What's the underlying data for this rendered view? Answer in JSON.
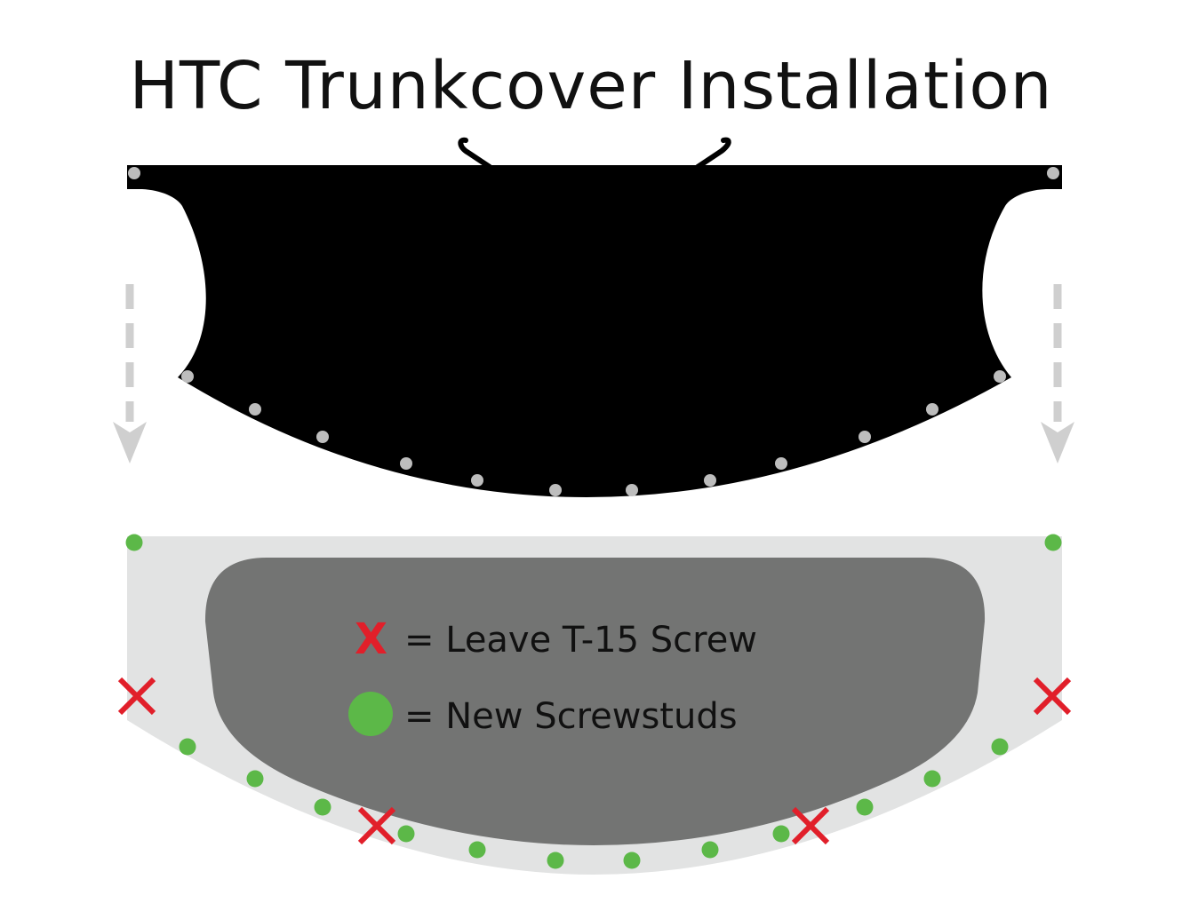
{
  "title": "HTC Trunkcover Installation",
  "legend": {
    "screw_symbol": "X",
    "screw_label": "= Leave T-15 Screw",
    "stud_label": "= New Screwstuds"
  },
  "colors": {
    "cover": "#000000",
    "cover_dots": "#bdbdbd",
    "trunk_rim": "#e2e3e3",
    "trunk_lid": "#737473",
    "screw_mark": "#e11f2a",
    "screwstud": "#5cb848",
    "arrow": "#cfcfcf",
    "text": "#111111"
  },
  "icons": {
    "screw_mark": "red-x-icon",
    "screwstud": "green-dot-icon",
    "cover_hook": "hook-icon",
    "down_arrow": "dashed-down-arrow-icon"
  }
}
